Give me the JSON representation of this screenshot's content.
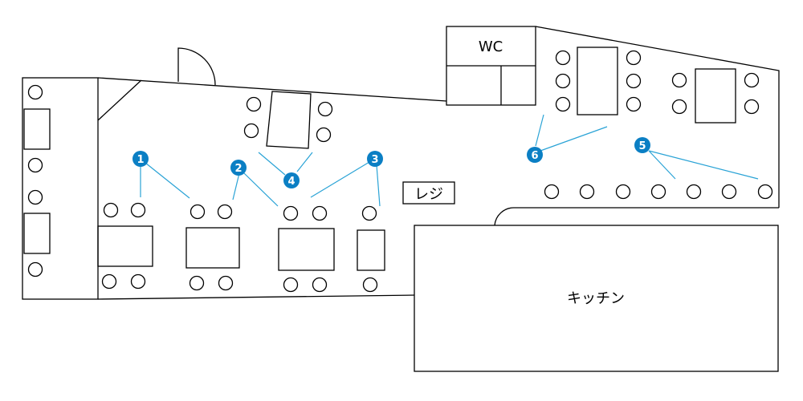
{
  "labels": {
    "wc": "WC",
    "register": "レジ",
    "kitchen": "キッチン"
  },
  "markers": [
    {
      "number": "1"
    },
    {
      "number": "2"
    },
    {
      "number": "3"
    },
    {
      "number": "4"
    },
    {
      "number": "5"
    },
    {
      "number": "6"
    }
  ],
  "colors": {
    "marker": "#0b7fc4",
    "leader_line": "#2aa3d6",
    "line": "#000000",
    "background": "#ffffff"
  }
}
